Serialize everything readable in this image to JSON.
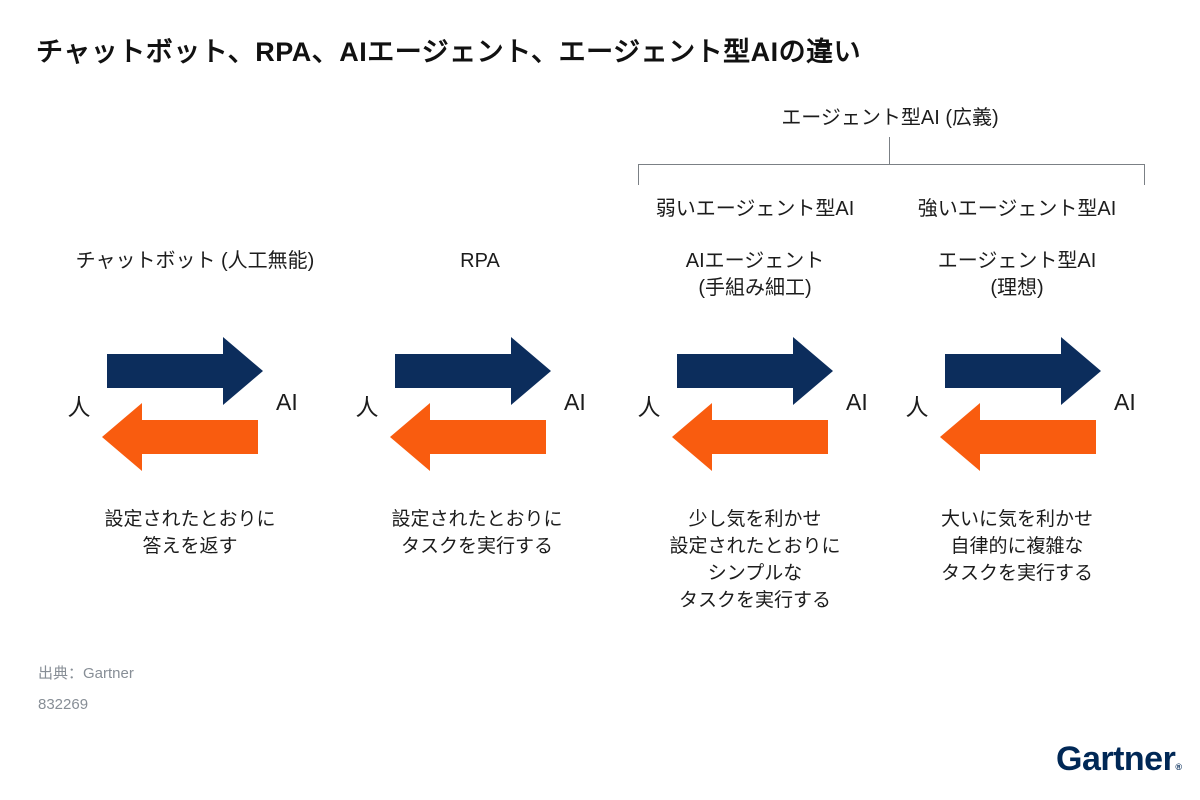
{
  "title": "チャットボット、RPA、AIエージェント、エージェント型AIの違い",
  "bracket": {
    "label": "エージェント型AI (広義)",
    "left_sublabel": "弱いエージェント型AI",
    "right_sublabel": "強いエージェント型AI"
  },
  "columns": [
    {
      "header": "チャットボット (人工無能)",
      "human_label": "人",
      "ai_label": "AI",
      "description": "設定されたとおりに\n答えを返す"
    },
    {
      "header": "RPA",
      "human_label": "人",
      "ai_label": "AI",
      "description": "設定されたとおりに\nタスクを実行する"
    },
    {
      "header": "AIエージェント\n(手組み細工)",
      "human_label": "人",
      "ai_label": "AI",
      "description": "少し気を利かせ\n設定されたとおりに\nシンプルな\nタスクを実行する"
    },
    {
      "header": "エージェント型AI\n(理想)",
      "human_label": "人",
      "ai_label": "AI",
      "description": "大いに気を利かせ\n自律的に複雑な\nタスクを実行する"
    }
  ],
  "colors": {
    "navy_arrow": "#0c2d5c",
    "orange_arrow": "#f95c0f",
    "bracket_line": "#7b8085",
    "footer_gray": "#878e96",
    "logo_navy": "#002856"
  },
  "footer": {
    "source": "出典：Gartner",
    "doc_id": "832269"
  },
  "logo": {
    "text": "Gartner",
    "registered": "®"
  }
}
